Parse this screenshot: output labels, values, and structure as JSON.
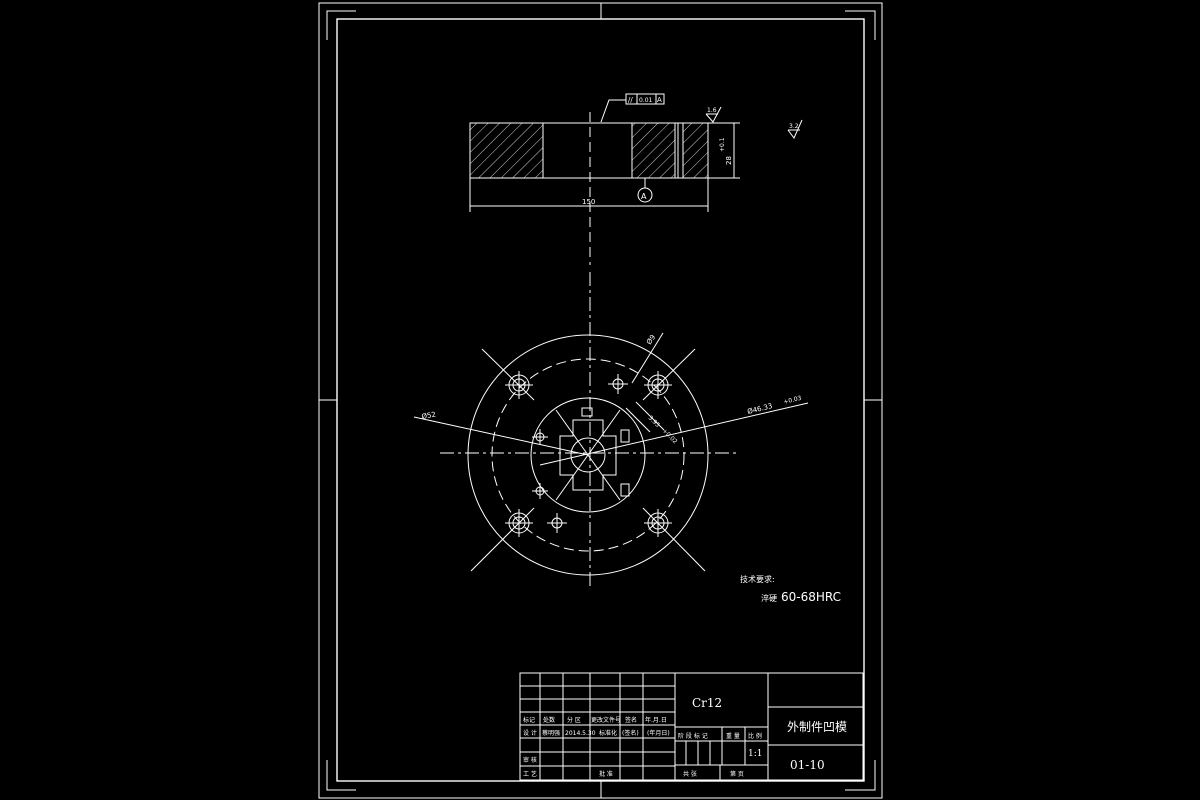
{
  "part_view": {
    "flatness_symbol": "//",
    "flatness_tol": "0.01",
    "datum_letter": "A",
    "roughness_top": "1.6",
    "roughness_general": "3.2",
    "dim_thickness": "28",
    "dim_thickness_tol": "+0.1",
    "dim_width": "150",
    "datum_bubble": "A"
  },
  "plan_view": {
    "dim_hole_dia": "Ø9",
    "dim_outer_dia": "Ø52",
    "dim_bore_dia": "Ø46.33",
    "dim_bore_tol": "+0.03",
    "dim_key_slot": "3.95",
    "dim_key_slot_tol": "+0.02"
  },
  "tech": {
    "heading": "技术要求:",
    "label": "淬硬",
    "value": "60-68HRC"
  },
  "title_block": {
    "material": "Cr12",
    "title": "外制件凹模",
    "drawing_no": "01-10",
    "scale": "1:1",
    "row_labels": [
      "标记",
      "处数",
      "分 区",
      "更改文件号",
      "签名",
      "年.月.日"
    ],
    "design_row": [
      "设 计",
      "蔡明强",
      "2014.5.30",
      "标准化",
      "(签名)",
      "(年月日)"
    ],
    "review": "审 核",
    "process": "工 艺",
    "approve": "批 准",
    "stage_labels": [
      "阶 段 标 记",
      "重 量",
      "比 例"
    ],
    "sheet_labels": [
      "共  张",
      "第  页"
    ]
  }
}
